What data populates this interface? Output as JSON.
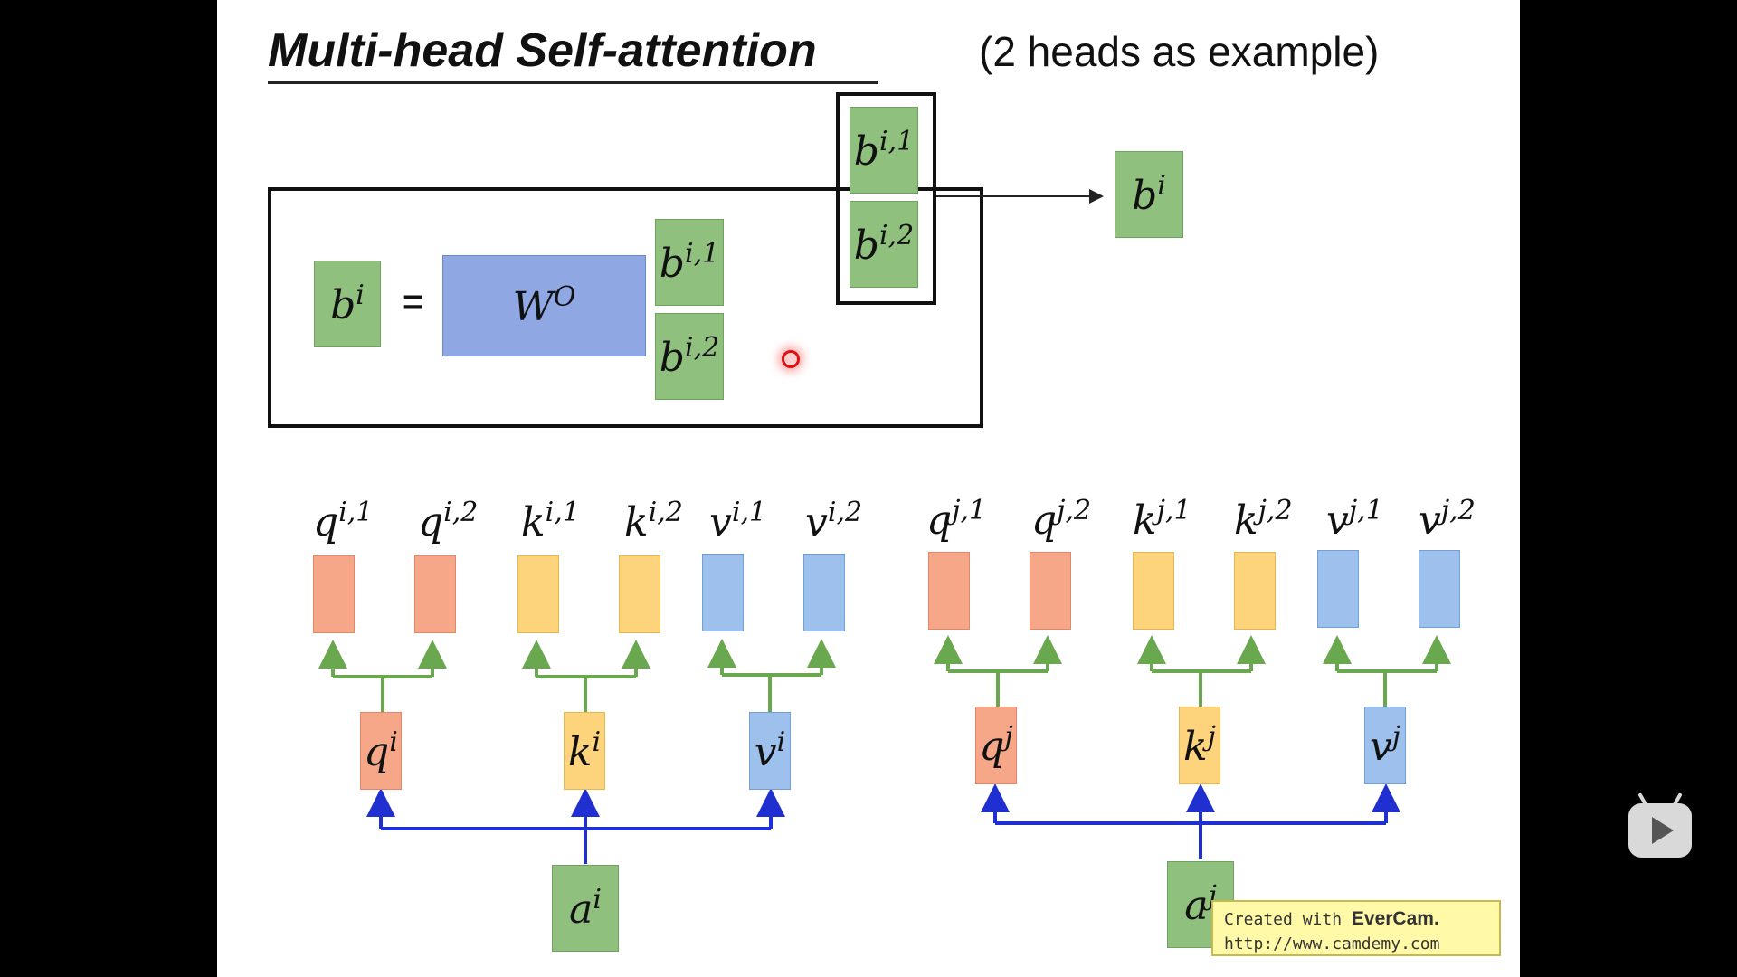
{
  "slide": {
    "title": "Multi-head Self-attention",
    "subtitle": "(2 heads as example)"
  },
  "equation": {
    "lhs": {
      "base": "b",
      "sup": "i"
    },
    "equals": "=",
    "matrix": {
      "base": "W",
      "sup": "O"
    },
    "rhs": [
      {
        "base": "b",
        "sup": "i,1"
      },
      {
        "base": "b",
        "sup": "i,2"
      }
    ]
  },
  "concat": {
    "inputs": [
      {
        "base": "b",
        "sup": "i,1"
      },
      {
        "base": "b",
        "sup": "i,2"
      }
    ],
    "output": {
      "base": "b",
      "sup": "i"
    }
  },
  "heads_i": {
    "labels": [
      {
        "base": "q",
        "sup": "i,1"
      },
      {
        "base": "q",
        "sup": "i,2"
      },
      {
        "base": "k",
        "sup": "i,1"
      },
      {
        "base": "k",
        "sup": "i,2"
      },
      {
        "base": "v",
        "sup": "i,1"
      },
      {
        "base": "v",
        "sup": "i,2"
      }
    ],
    "mid": [
      {
        "base": "q",
        "sup": "i"
      },
      {
        "base": "k",
        "sup": "i"
      },
      {
        "base": "v",
        "sup": "i"
      }
    ],
    "input": {
      "base": "a",
      "sup": "i"
    }
  },
  "heads_j": {
    "labels": [
      {
        "base": "q",
        "sup": "j,1"
      },
      {
        "base": "q",
        "sup": "j,2"
      },
      {
        "base": "k",
        "sup": "j,1"
      },
      {
        "base": "k",
        "sup": "j,2"
      },
      {
        "base": "v",
        "sup": "j,1"
      },
      {
        "base": "v",
        "sup": "j,2"
      }
    ],
    "mid": [
      {
        "base": "q",
        "sup": "j"
      },
      {
        "base": "k",
        "sup": "j"
      },
      {
        "base": "v",
        "sup": "j"
      }
    ],
    "input": {
      "base": "a",
      "sup": "j"
    }
  },
  "watermark": {
    "line1_prefix": "Created with ",
    "line1_brand": "EverCam.",
    "line2": "http://www.camdemy.com"
  },
  "colors": {
    "green": "#8fc07e",
    "matrix_blue": "#8fa8e4",
    "query_orange": "#f6a787",
    "key_yellow": "#fdd47c",
    "value_blue": "#9dc1ec",
    "green_wire": "#6aa84f",
    "blue_wire": "#1f2fd0"
  },
  "icons": {
    "player_button": "bilibili-tv-icon",
    "cursor": "red-pointer-dot"
  }
}
